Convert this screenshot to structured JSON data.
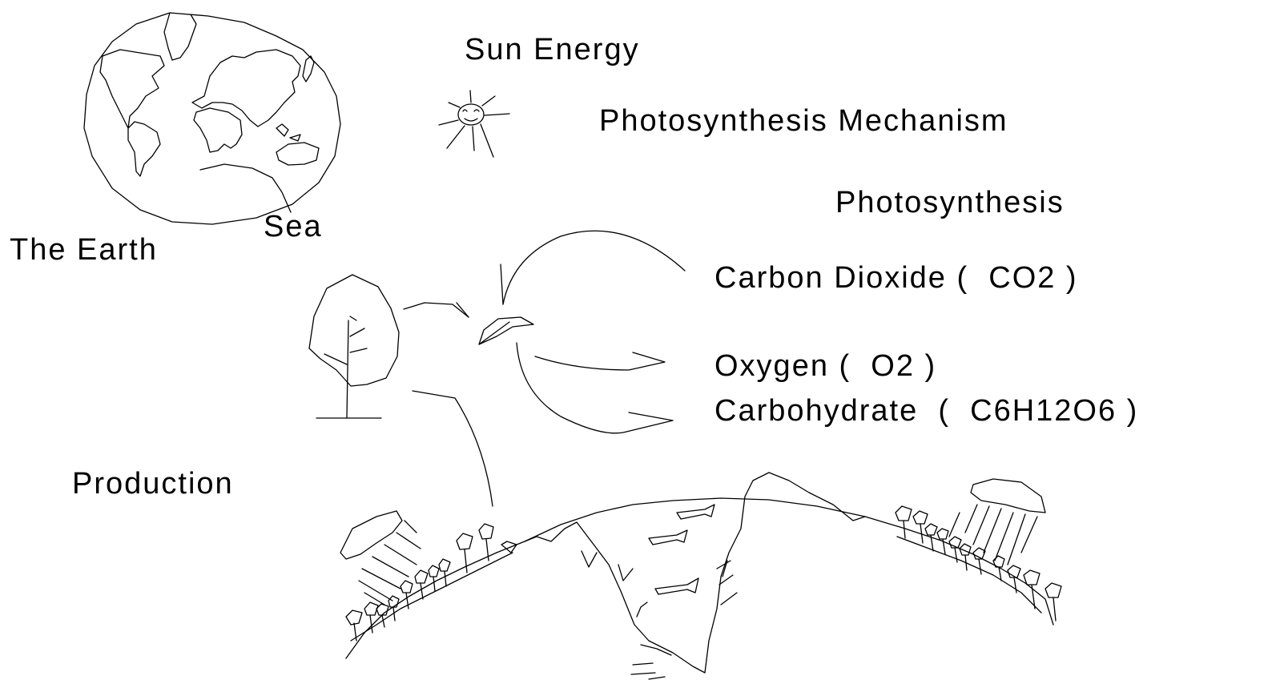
{
  "labels": {
    "sun_energy": "Sun Energy",
    "mechanism": "Photosynthesis Mechanism",
    "photosynthesis": "Photosynthesis",
    "earth": "The Earth",
    "sea": "Sea",
    "co2": "Carbon Dioxide (  CO2 )",
    "o2": "Oxygen (  O2 )",
    "carbohydrate": "Carbohydrate  (  C6H12O6 )",
    "production": "Production"
  },
  "icons": [
    "globe-icon",
    "sun-icon",
    "tree-icon",
    "leaf-icon",
    "cloud-icon",
    "rain-icon",
    "fish-icon",
    "seaweed-icon",
    "earth-surface-icon"
  ]
}
